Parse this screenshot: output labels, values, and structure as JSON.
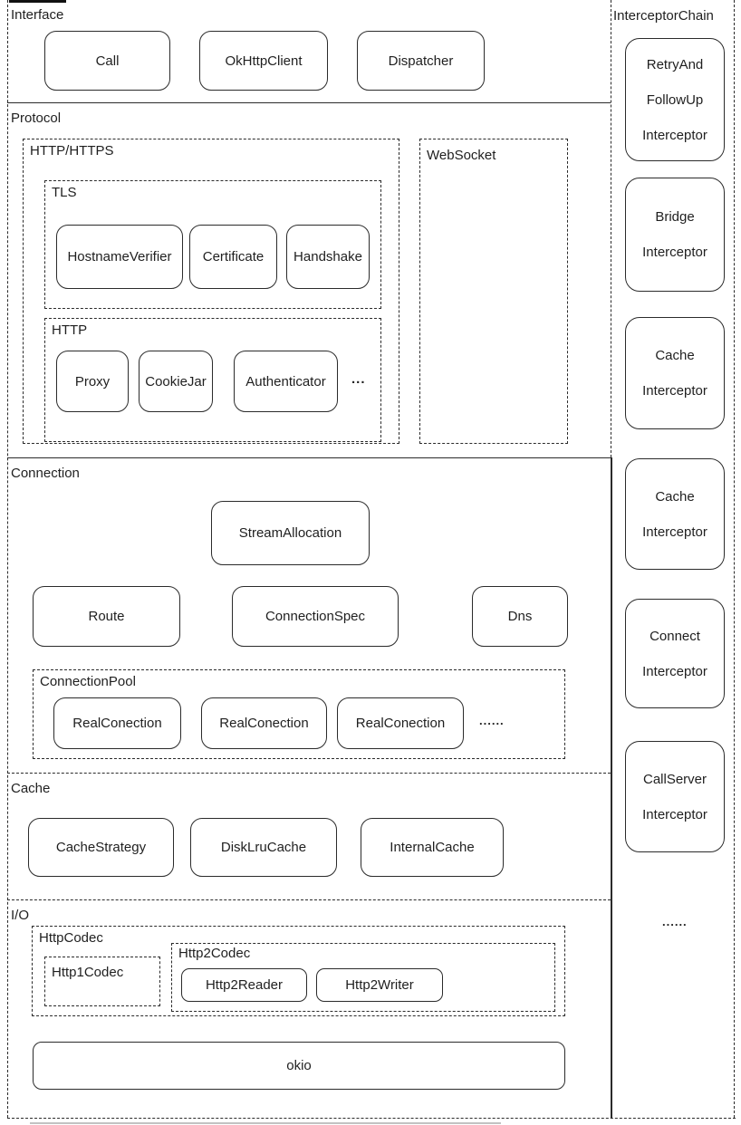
{
  "colors": {
    "border": "#2b2b2b",
    "background": "#ffffff",
    "text": "#1f1f1f"
  },
  "sections": {
    "interface": {
      "label": "Interface",
      "boxes": [
        "Call",
        "OkHttpClient",
        "Dispatcher"
      ]
    },
    "protocol": {
      "label": "Protocol",
      "http_https": {
        "label": "HTTP/HTTPS",
        "tls": {
          "label": "TLS",
          "boxes": [
            "HostnameVerifier",
            "Certificate",
            "Handshake"
          ]
        },
        "http": {
          "label": "HTTP",
          "boxes": [
            "Proxy",
            "CookieJar",
            "Authenticator"
          ],
          "ellipsis": "..."
        }
      },
      "websocket": {
        "label": "WebSocket"
      }
    },
    "connection": {
      "label": "Connection",
      "stream_allocation": "StreamAllocation",
      "row": [
        "Route",
        "ConnectionSpec",
        "Dns"
      ],
      "connection_pool": {
        "label": "ConnectionPool",
        "boxes": [
          "RealConection",
          "RealConection",
          "RealConection"
        ],
        "ellipsis": "......"
      }
    },
    "cache": {
      "label": "Cache",
      "boxes": [
        "CacheStrategy",
        "DiskLruCache",
        "InternalCache"
      ]
    },
    "io": {
      "label": "I/O",
      "http_codec": {
        "label": "HttpCodec",
        "http1_codec": {
          "label": "Http1Codec"
        },
        "http2_codec": {
          "label": "Http2Codec",
          "boxes": [
            "Http2Reader",
            "Http2Writer"
          ]
        }
      },
      "okio": "okio"
    }
  },
  "interceptor_chain": {
    "label": "InterceptorChain",
    "interceptors": [
      {
        "lines": [
          "RetryAnd",
          "FollowUp",
          "Interceptor"
        ]
      },
      {
        "lines": [
          "Bridge",
          "Interceptor"
        ]
      },
      {
        "lines": [
          "Cache",
          "Interceptor"
        ]
      },
      {
        "lines": [
          "Cache",
          "Interceptor"
        ]
      },
      {
        "lines": [
          "Connect",
          "Interceptor"
        ]
      },
      {
        "lines": [
          "CallServer",
          "Interceptor"
        ]
      }
    ],
    "ellipsis": "......"
  }
}
